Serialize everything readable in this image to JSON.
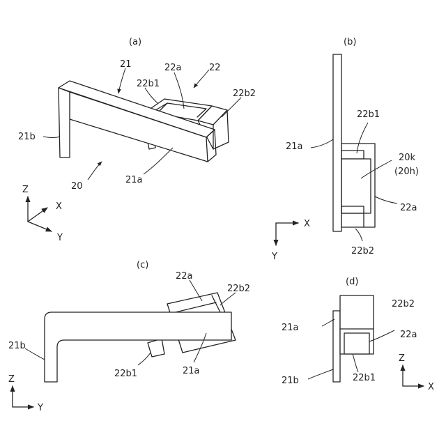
{
  "panels": {
    "a": {
      "caption": "(a)",
      "labels": {
        "l21": "21",
        "l22": "22",
        "l22a": "22a",
        "l22b1": "22b1",
        "l22b2": "22b2",
        "l21a": "21a",
        "l21b": "21b",
        "l20": "20"
      },
      "axes": {
        "z": "Z",
        "x": "X",
        "y": "Y"
      }
    },
    "b": {
      "caption": "(b)",
      "labels": {
        "l21a": "21a",
        "l22b1": "22b1",
        "l20k": "20k",
        "l20h": "(20h)",
        "l22a": "22a",
        "l22b2": "22b2"
      },
      "axes": {
        "x": "X",
        "y": "Y"
      }
    },
    "c": {
      "caption": "(c)",
      "labels": {
        "l22a": "22a",
        "l22b2": "22b2",
        "l21b": "21b",
        "l22b1": "22b1",
        "l21a": "21a"
      },
      "axes": {
        "z": "Z",
        "y": "Y"
      }
    },
    "d": {
      "caption": "(d)",
      "labels": {
        "l22b2": "22b2",
        "l21a": "21a",
        "l22a": "22a",
        "l21b": "21b",
        "l22b1": "22b1"
      },
      "axes": {
        "z": "Z",
        "x": "X"
      }
    }
  }
}
